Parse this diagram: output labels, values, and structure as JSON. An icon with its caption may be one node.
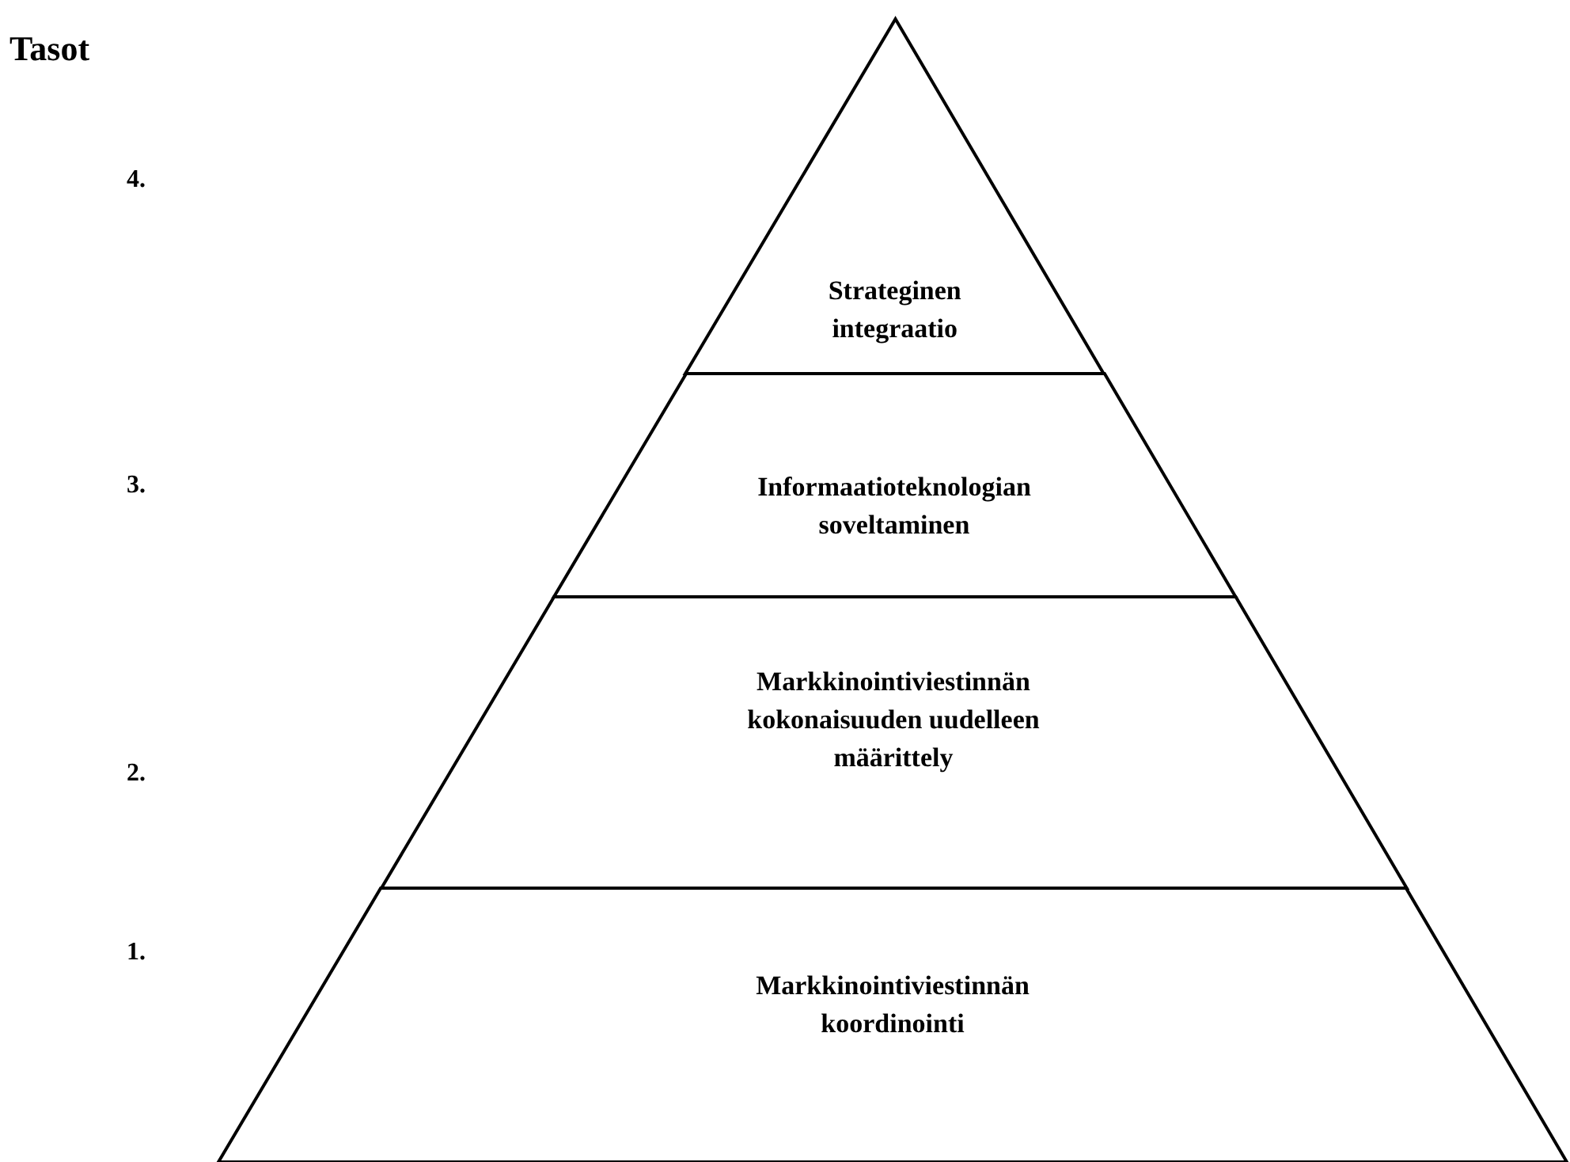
{
  "diagram": {
    "title": "Tasot",
    "nodes": [
      {
        "text": [
          "Strateginen integraatio"
        ]
      },
      {
        "text": [
          "Informaatioteknologian soveltaminen"
        ]
      },
      {
        "text": [
          "Markkinointiviestinnän kokonaisuuden uudelleen määrittely"
        ]
      },
      {
        "text": [
          "Markkinointiviestinnän koordinointi"
        ]
      }
    ],
    "labels": [
      "4.",
      "3.",
      "2.",
      "1."
    ]
  }
}
